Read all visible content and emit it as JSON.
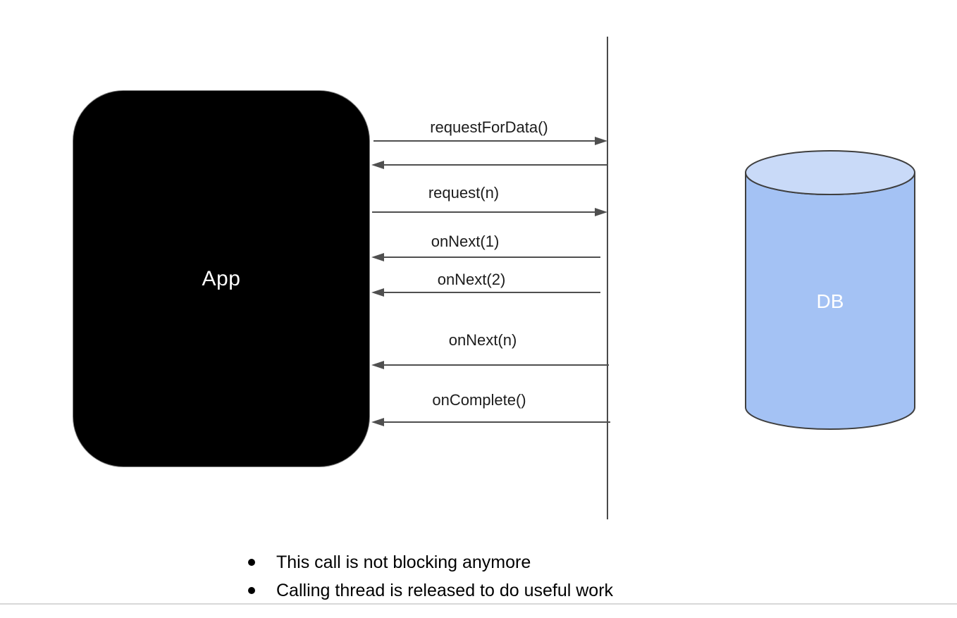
{
  "diagram": {
    "type": "sequence-diagram",
    "app_node": {
      "label": "App",
      "shape": "rounded-rectangle"
    },
    "db_node": {
      "label": "DB",
      "shape": "cylinder"
    },
    "messages": [
      {
        "label": "requestForData()",
        "from": "App",
        "to": "DB"
      },
      {
        "label": "",
        "from": "DB",
        "to": "App"
      },
      {
        "label": "request(n)",
        "from": "App",
        "to": "DB"
      },
      {
        "label": "onNext(1)",
        "from": "DB",
        "to": "App"
      },
      {
        "label": "onNext(2)",
        "from": "DB",
        "to": "App"
      },
      {
        "label": "onNext(n)",
        "from": "DB",
        "to": "App"
      },
      {
        "label": "onComplete()",
        "from": "DB",
        "to": "App"
      }
    ],
    "notes": [
      "This call is not blocking anymore",
      "Calling thread is released to do useful work"
    ],
    "colors": {
      "app_fill": "#000000",
      "app_text": "#ffffff",
      "db_body_fill": "#a4c2f4",
      "db_top_fill": "#c9daf8",
      "db_stroke": "#3f3f3f",
      "db_text": "#ffffff",
      "arrow": "#4f4f4f",
      "label_text": "#1c1c1c",
      "background": "#ffffff",
      "divider": "#d8d8d8"
    }
  }
}
